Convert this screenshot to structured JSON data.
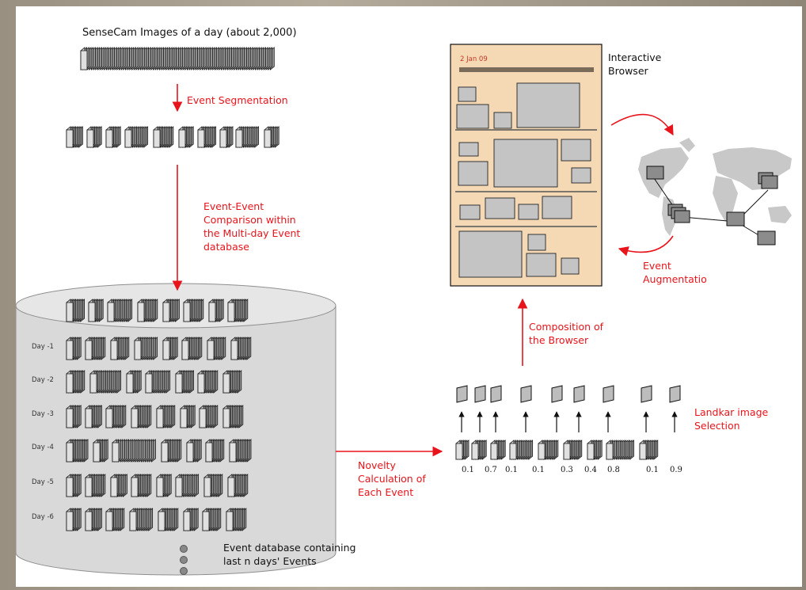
{
  "labels": {
    "top_title": "SenseCam Images of a day (about 2,000)",
    "event_segmentation": "Event Segmentation",
    "comparison": [
      "Event-Event",
      "Comparison within",
      "the Multi-day Event",
      "database"
    ],
    "days": [
      "Day -1",
      "Day -2",
      "Day -3",
      "Day -4",
      "Day -5",
      "Day -6"
    ],
    "database_caption": [
      "Event database containing",
      "last n days' Events"
    ],
    "novelty": [
      "Novelty",
      "Calculation of",
      "Each Event"
    ],
    "landmark": [
      "Landkar image",
      "Selection"
    ],
    "composition": [
      "Composition of",
      "the Browser"
    ],
    "interactive_browser": [
      "Interactive",
      "Browser"
    ],
    "browser_date": "2 Jan 09",
    "event_augmentation": [
      "Event",
      "Augmentatio"
    ]
  },
  "novelty_scores": [
    "0.1",
    "0.7",
    "0.1",
    "0.1",
    "0.3",
    "0.4",
    "0.8",
    "0.1",
    "0.9"
  ],
  "colors": {
    "arrow_red": "#e8141c",
    "browser_fill": "#f5d9b5",
    "cylinder_fill": "#d9d9d9",
    "image_fill": "#bdbdbd"
  }
}
